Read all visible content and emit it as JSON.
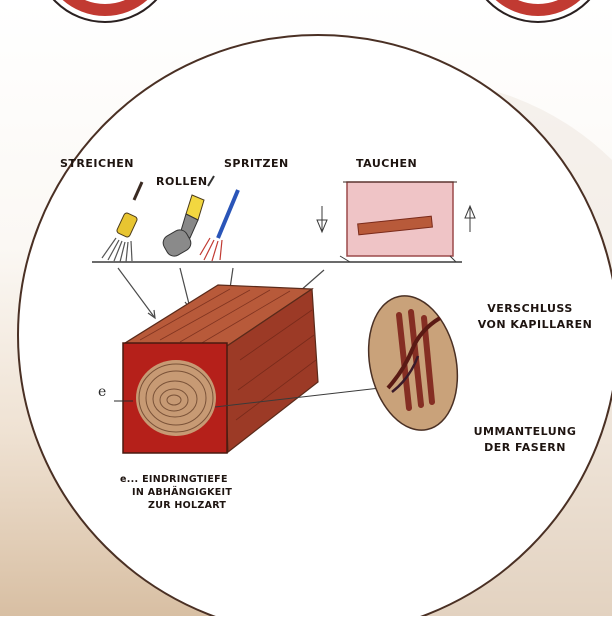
{
  "methods": {
    "streichen": "STREICHEN",
    "rollen": "ROLLEN",
    "spritzen": "SPRITZEN",
    "tauchen": "TAUCHEN"
  },
  "effects": {
    "verschluss_line1": "VERSCHLUSS",
    "verschluss_line2": "VON KAPILLAREN",
    "ummantelung_line1": "UMMANTELUNG",
    "ummantelung_line2": "DER FASERN"
  },
  "depth": {
    "symbol": "e",
    "caption_line1": "e... EINDRINGTIEFE",
    "caption_line2": "IN ABHÄNGIGKEIT",
    "caption_line3": "ZUR HOLZART"
  },
  "colors": {
    "ink": "#3a2a22",
    "wood_dark": "#9c2a1c",
    "wood_mid": "#b85a3a",
    "cross_section_red": "#b5201a",
    "core_tan": "#c79a74",
    "brush_yellow": "#e8c531",
    "brush_blue": "#2a55b8",
    "tank_pink": "#efc4c6",
    "stamp_red": "#c13a32"
  }
}
